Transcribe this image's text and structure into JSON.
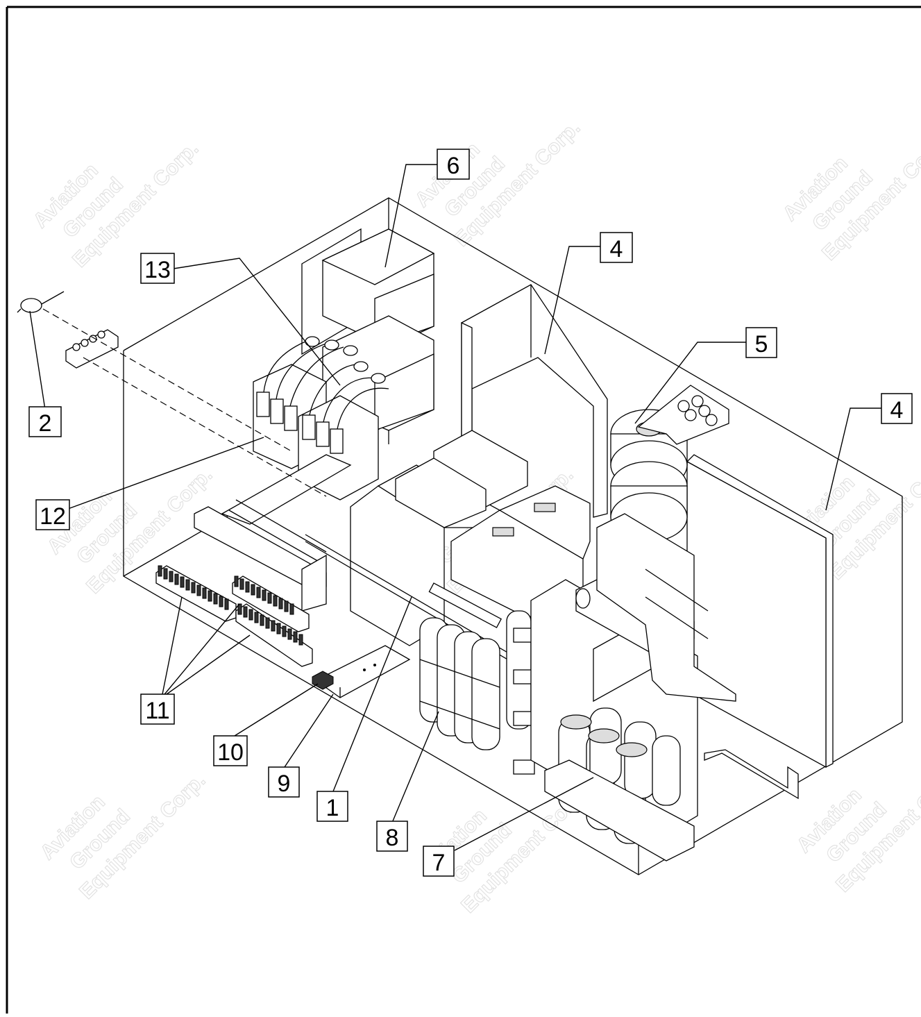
{
  "diagram": {
    "callouts": [
      {
        "id": "c1",
        "label": "1"
      },
      {
        "id": "c2",
        "label": "2"
      },
      {
        "id": "c4a",
        "label": "4"
      },
      {
        "id": "c4b",
        "label": "4"
      },
      {
        "id": "c5",
        "label": "5"
      },
      {
        "id": "c6",
        "label": "6"
      },
      {
        "id": "c7",
        "label": "7"
      },
      {
        "id": "c8",
        "label": "8"
      },
      {
        "id": "c9",
        "label": "9"
      },
      {
        "id": "c10",
        "label": "10"
      },
      {
        "id": "c11",
        "label": "11"
      },
      {
        "id": "c12",
        "label": "12"
      },
      {
        "id": "c13",
        "label": "13"
      }
    ],
    "watermark": {
      "line1": "Aviation",
      "line2": "Ground",
      "line3": "Equipment Corp."
    }
  }
}
